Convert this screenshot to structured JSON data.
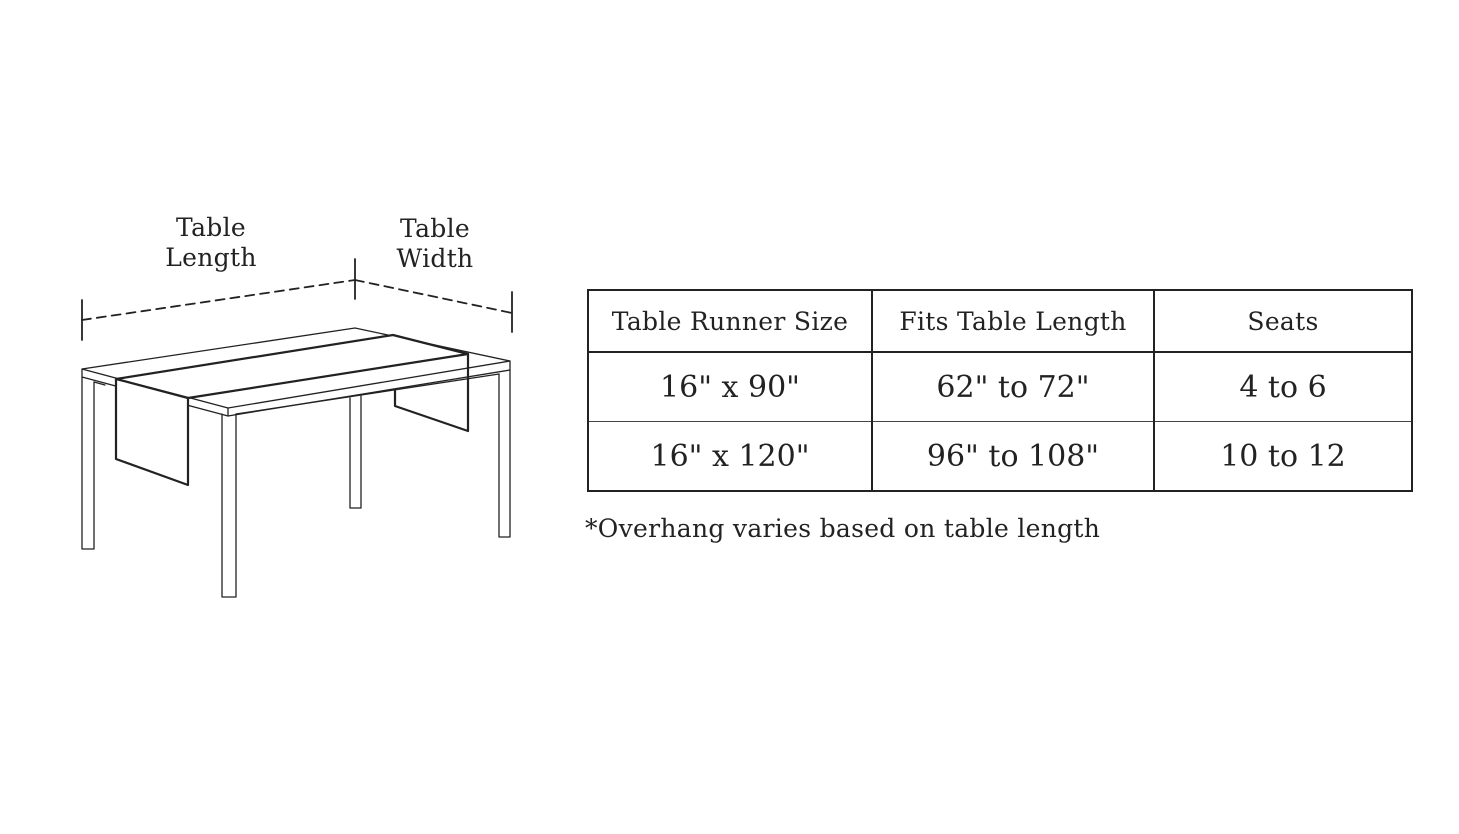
{
  "diagram": {
    "labels": {
      "table_length": "Table\nLength",
      "table_width": "Table\nWidth"
    },
    "stroke_color": "#222222"
  },
  "size_table": {
    "headers": [
      "Table Runner Size",
      "Fits Table Length",
      "Seats"
    ],
    "rows": [
      [
        "16\" x 90\"",
        "62\" to 72\"",
        "4 to 6"
      ],
      [
        "16\" x 120\"",
        "96\" to 108\"",
        "10 to 12"
      ]
    ]
  },
  "footnote": "*Overhang varies based on table length"
}
